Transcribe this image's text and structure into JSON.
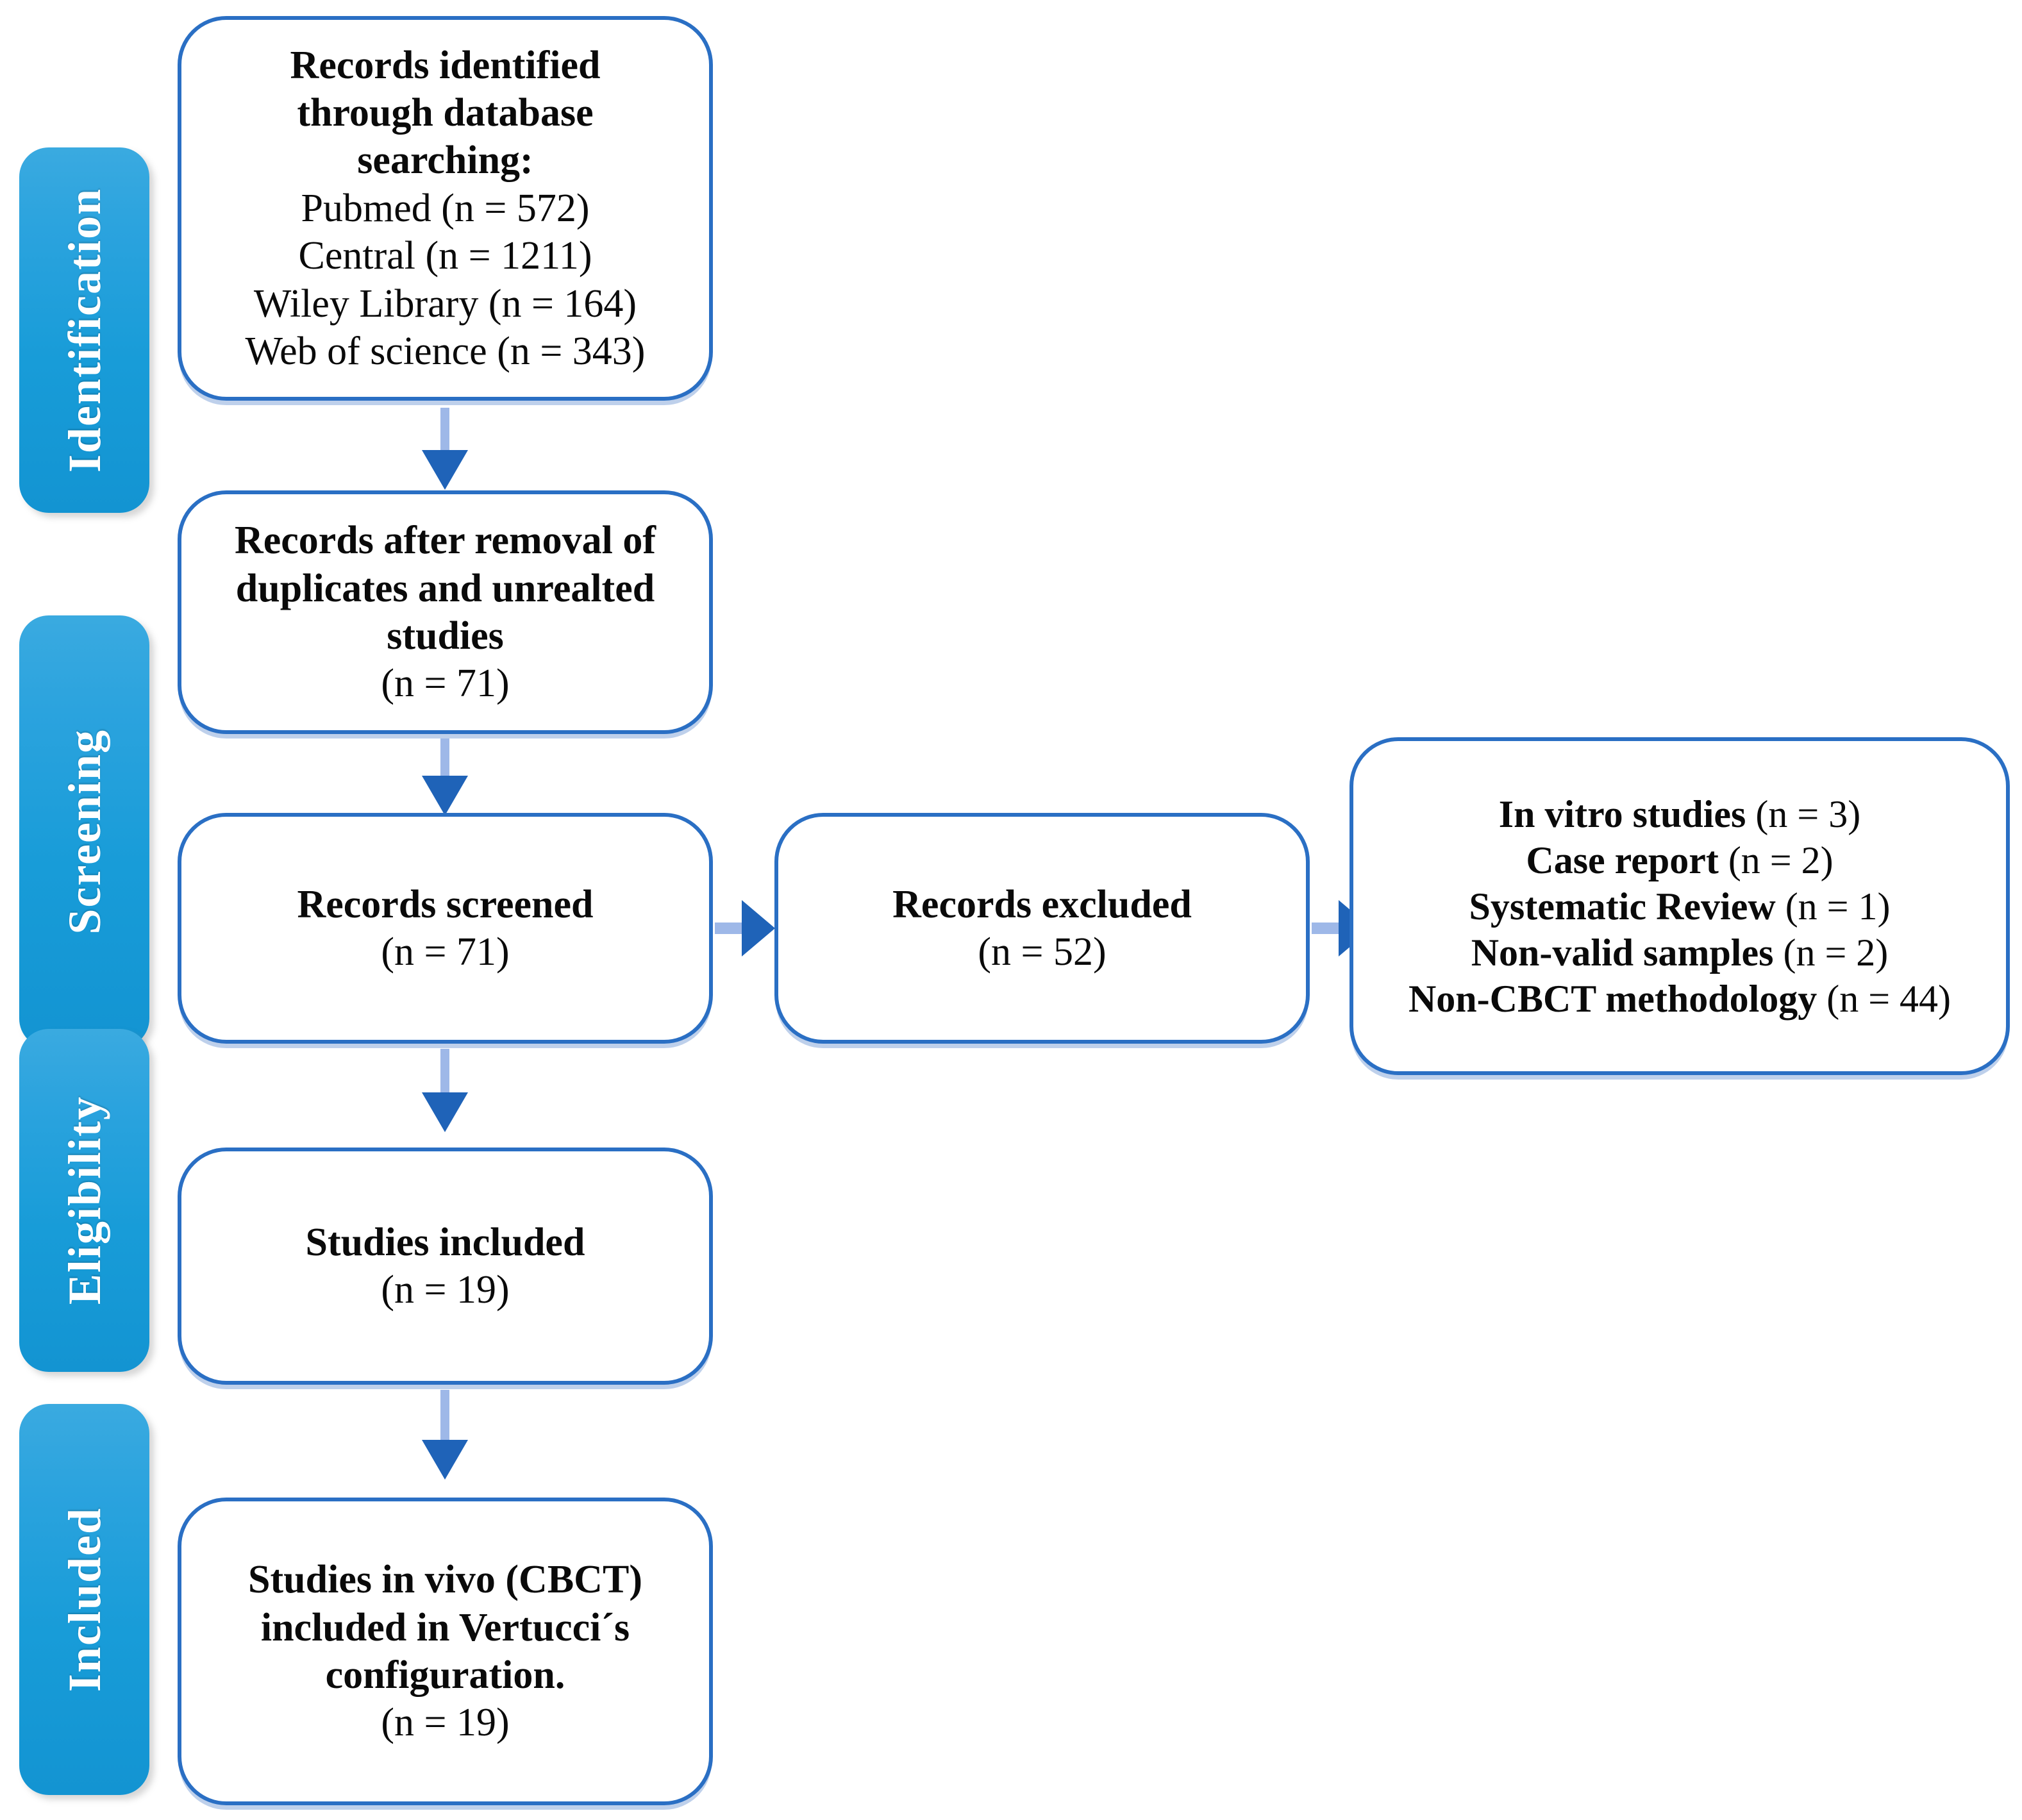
{
  "diagram": {
    "type": "prisma-flow-diagram",
    "accent_blue": "#1f9bd8",
    "box_border_blue": "#2a6fc4",
    "arrow_head_blue": "#1f63b8",
    "arrow_shaft_blue": "#9eb8e8",
    "box_fill": "#ffffff",
    "text_color": "#0a0a0a",
    "stage_label_color": "#ffffff"
  },
  "stages": [
    {
      "id": "identification",
      "label": "Identification"
    },
    {
      "id": "screening",
      "label": "Screening"
    },
    {
      "id": "eligibility",
      "label": "Eligibility"
    },
    {
      "id": "included",
      "label": "Included"
    }
  ],
  "boxes": {
    "identified": {
      "id": "records-identified",
      "lines": [
        {
          "text": "Records identified",
          "bold": true
        },
        {
          "text": "through database",
          "bold": true
        },
        {
          "text": "searching:",
          "bold": true
        },
        {
          "text": "Pubmed (n = 572)",
          "bold": false
        },
        {
          "text": "Central (n = 1211)",
          "bold": false
        },
        {
          "text": "Wiley Library (n = 164)",
          "bold": false
        },
        {
          "text": "Web of science (n = 343)",
          "bold": false
        }
      ]
    },
    "after_duplicates": {
      "id": "records-after-duplicates",
      "lines": [
        {
          "text": "Records after removal of",
          "bold": true
        },
        {
          "text": "duplicates and unrealted",
          "bold": true
        },
        {
          "text": "studies",
          "bold": true
        },
        {
          "text": "(n = 71)",
          "bold": false
        }
      ]
    },
    "screened": {
      "id": "records-screened",
      "lines": [
        {
          "text": "Records screened",
          "bold": true
        },
        {
          "text": "(n = 71)",
          "bold": false
        }
      ]
    },
    "excluded": {
      "id": "records-excluded",
      "lines": [
        {
          "text": "Records excluded",
          "bold": true
        },
        {
          "text": "(n = 52)",
          "bold": false
        }
      ]
    },
    "exclusion_reasons": {
      "id": "exclusion-reasons",
      "lines": [
        {
          "bold_part": "In vitro studies",
          "plain_part": " (n = 3)"
        },
        {
          "bold_part": "Case report",
          "plain_part": " (n = 2)"
        },
        {
          "bold_part": "Systematic Review",
          "plain_part": " (n = 1)"
        },
        {
          "bold_part": "Non-valid samples",
          "plain_part": " (n = 2)"
        },
        {
          "bold_part": "Non-CBCT methodology",
          "plain_part": " (n = 44)"
        }
      ]
    },
    "studies_included": {
      "id": "studies-included",
      "lines": [
        {
          "text": "Studies included",
          "bold": true
        },
        {
          "text": "(n = 19)",
          "bold": false
        }
      ]
    },
    "studies_in_vivo": {
      "id": "studies-in-vivo",
      "lines": [
        {
          "text": "Studies in vivo (CBCT)",
          "bold": true
        },
        {
          "text": "included in Vertucci´s",
          "bold": true
        },
        {
          "text": "configuration.",
          "bold": true
        },
        {
          "text": "(n = 19)",
          "bold": false
        }
      ]
    }
  },
  "arrows": [
    {
      "id": "arrow-identified-to-duplicates",
      "direction": "down"
    },
    {
      "id": "arrow-duplicates-to-screened",
      "direction": "down"
    },
    {
      "id": "arrow-screened-to-excluded",
      "direction": "right"
    },
    {
      "id": "arrow-excluded-to-reasons",
      "direction": "right"
    },
    {
      "id": "arrow-screened-to-included",
      "direction": "down"
    },
    {
      "id": "arrow-included-to-invivo",
      "direction": "down"
    }
  ]
}
